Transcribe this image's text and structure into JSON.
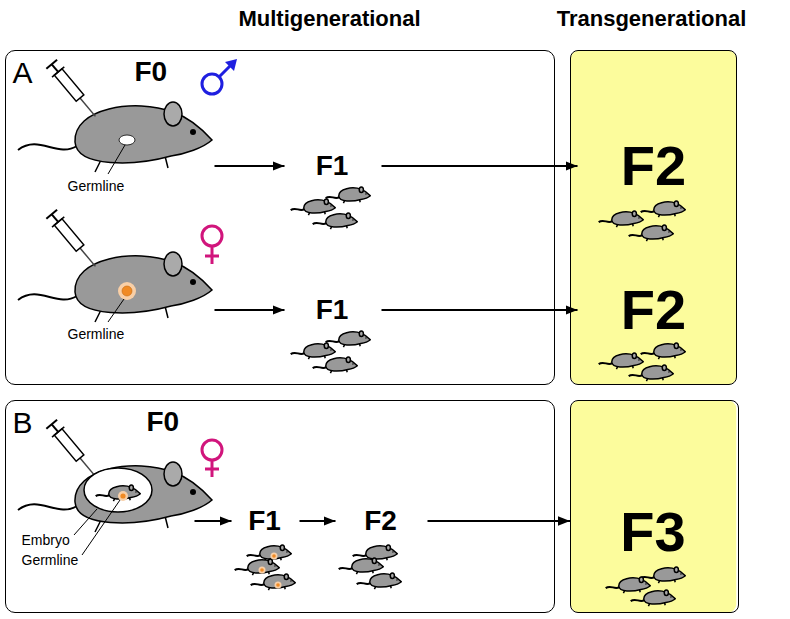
{
  "diagram": {
    "nodes": [
      {
        "text": [
          "Multigenerational",
          "A",
          "F0"
        ]
      },
      {
        "text": [
          "Germline"
        ],
        "in": 0
      },
      {
        "text": [
          "F1"
        ],
        "in": 0
      },
      {
        "text": [
          "Germline"
        ],
        "in": 0
      },
      {
        "text": [
          "F1"
        ],
        "in": 0
      },
      {
        "text": [
          "Transgenerational"
        ]
      },
      {
        "text": [
          "F2"
        ],
        "in": 5
      },
      {
        "text": [
          "F2"
        ],
        "in": 5
      },
      {
        "text": [
          "B",
          "F0"
        ]
      },
      {
        "text": [
          "Embryo",
          "Germline"
        ],
        "in": 8
      },
      {
        "text": [
          "F1"
        ],
        "in": 8
      },
      {
        "text": [
          "F2"
        ],
        "in": 8
      },
      {
        "text": [
          "F3"
        ]
      }
    ],
    "edges": [
      {
        "from": 1,
        "to": 2,
        "arrow": "to"
      },
      {
        "from": 2,
        "to": 6,
        "arrow": "to"
      },
      {
        "from": 3,
        "to": 4,
        "arrow": "to"
      },
      {
        "from": 4,
        "to": 7,
        "arrow": "to"
      },
      {
        "from": 9,
        "to": 10,
        "arrow": "to"
      },
      {
        "from": 10,
        "to": 11,
        "arrow": "to"
      },
      {
        "from": 11,
        "to": 12,
        "arrow": "to"
      }
    ]
  }
}
